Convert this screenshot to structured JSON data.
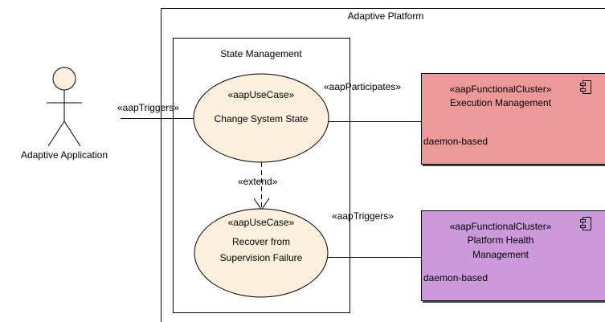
{
  "diagram": {
    "platform_title": "Adaptive Platform",
    "state_mgmt_title": "State Management",
    "actor_label": "Adaptive Application",
    "use_cases": [
      {
        "stereotype": "«aapUseCase»",
        "name_lines": [
          "Change System State"
        ]
      },
      {
        "stereotype": "«aapUseCase»",
        "name_lines": [
          "Recover from",
          "Supervision Failure"
        ]
      }
    ],
    "clusters": [
      {
        "stereotype": "«aapFunctionalCluster»",
        "name_lines": [
          "Execution Management"
        ],
        "attribute": "daemon-based",
        "fill": "#ee9999"
      },
      {
        "stereotype": "«aapFunctionalCluster»",
        "name_lines": [
          "Platform Health",
          "Management"
        ],
        "attribute": "daemon-based",
        "fill": "#cc99dd"
      }
    ],
    "relations": {
      "actor_to_uc1": "«aapTriggers»",
      "uc1_to_cluster1": "«aapParticipates»",
      "uc2_to_cluster2": "«aapTriggers»",
      "extend": "«extend»"
    },
    "colors": {
      "usecase_fill": "#fcefdc",
      "actor_fill": "#fcefdc",
      "line": "#000000"
    }
  }
}
